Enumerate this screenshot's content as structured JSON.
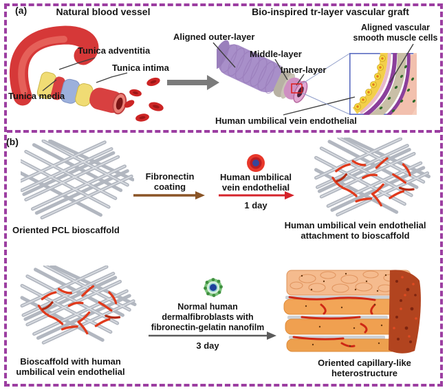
{
  "figure": {
    "a": {
      "tag": "(a)",
      "title_left": "Natural blood vessel",
      "title_right": "Bio-inspired tr-layer vascular graft",
      "tunica_adventitia": "Tunica adventitia",
      "tunica_intima": "Tunica intima",
      "tunica_media": "Tunica media",
      "aligned_outer_layer": "Aligned outer-layer",
      "middle_layer": "Middle-layer",
      "inner_layer": "Inner-layer",
      "aligned_vsmc": "Aligned vascular\nsmooth muscle cells",
      "huvec": "Human umbilical vein endothelial"
    },
    "b": {
      "tag": "(b)",
      "pcl_scaffold": "Oriented PCL bioscaffold",
      "fibronectin_coating": "Fibronectin\ncoating",
      "huvec_cells": "Human umbilical\nvein endothelial",
      "duration_1": "1 day",
      "attachment": "Human umbilical vein endothelial\nattachment to bioscaffold",
      "bioscaffold_huvec": "Bioscaffold with human\numbilical vein endothelial",
      "nhdf": "Normal human\ndermalfibroblasts with\nfibronectin-gelatin nanofilm",
      "duration_3": "3 day",
      "heterostructure": "Oriented capillary-like\nheterostructure"
    },
    "icons": {
      "huvec_cell_icon": "red-cell-blue-nucleus",
      "nhdf_cell_icon": "green-fibroblast-blue-nucleus"
    },
    "colors": {
      "border": "#9c3ea1",
      "red_arrow": "#d5232a",
      "brown_arrow": "#8a5426",
      "gray_arrow": "#7b7b7b",
      "dark_arrow": "#5a5a5a",
      "scaffold_gray": "#b2b7c0",
      "huvec_red": "#e03a1c",
      "graft_purple": "#a88fc9"
    }
  }
}
